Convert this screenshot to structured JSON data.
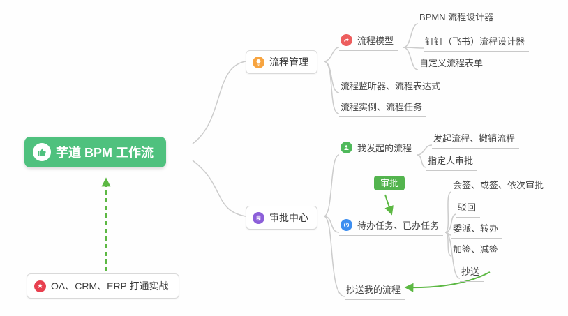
{
  "root": {
    "label": "芋道 BPM 工作流"
  },
  "footer_node": {
    "label": "OA、CRM、ERP 打通实战"
  },
  "edge_label": {
    "label": "审批"
  },
  "branches": {
    "process_mgmt": {
      "label": "流程管理",
      "children": {
        "process_model": {
          "label": "流程模型",
          "children": {
            "bpmn": {
              "label": "BPMN 流程设计器"
            },
            "dingtalk": {
              "label": "钉钉（飞书）流程设计器"
            },
            "custom_form": {
              "label": "自定义流程表单"
            }
          }
        },
        "listener": {
          "label": "流程监听器、流程表达式"
        },
        "instance": {
          "label": "流程实例、流程任务"
        }
      }
    },
    "approval_center": {
      "label": "审批中心",
      "children": {
        "my_initiated": {
          "label": "我发起的流程",
          "children": {
            "initiate_revoke": {
              "label": "发起流程、撤销流程"
            },
            "assignee": {
              "label": "指定人审批"
            }
          }
        },
        "todo_done": {
          "label": "待办任务、已办任务",
          "children": {
            "countersign": {
              "label": "会签、或签、依次审批"
            },
            "reject": {
              "label": "驳回"
            },
            "delegate": {
              "label": "委派、转办"
            },
            "add_remove_sign": {
              "label": "加签、减签"
            },
            "cc": {
              "label": "抄送"
            }
          }
        },
        "cc_my": {
          "label": "抄送我的流程"
        }
      }
    }
  },
  "colors": {
    "root_bg": "#4FC17E",
    "edge_badge_bg": "#53B44E",
    "green_arrow": "#5CB843",
    "connector": "#CCCCCC",
    "icon_orange": "#F7A440",
    "icon_red": "#ED5E5E",
    "icon_purple": "#8C5FD9",
    "icon_green": "#4FB95B",
    "icon_blue": "#3D8EF0",
    "icon_crimson": "#E8404F"
  }
}
